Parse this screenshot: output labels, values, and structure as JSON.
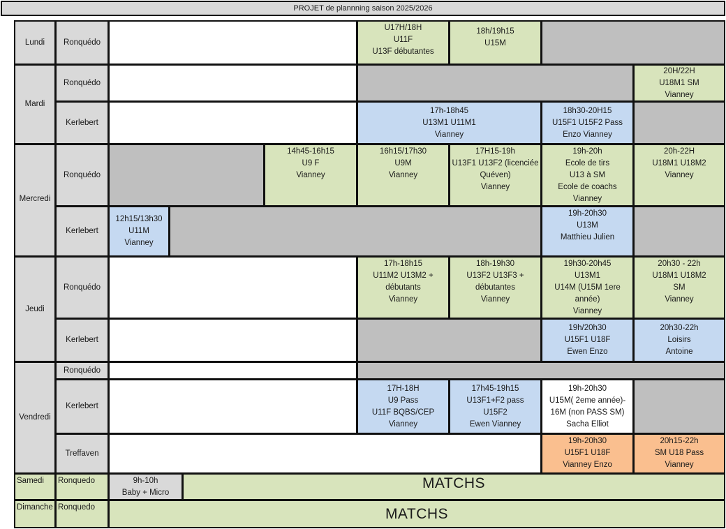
{
  "title": "PROJET de plannning saison 2025/2026",
  "days": {
    "lundi": "Lundi",
    "mardi": "Mardi",
    "mercredi": "Mercredi",
    "jeudi": "Jeudi",
    "vendredi": "Vendredi",
    "samedi": "Samedi",
    "dimanche": "Dimanche"
  },
  "venues": {
    "ronquedo_accent": "Ronquédo",
    "kerlebert": "Kerlebert",
    "treffaven": "Treffaven",
    "ronquedo_plain": "Ronquedo"
  },
  "slots": [
    {
      "id": "lun-r-1",
      "lines": [
        "U17H/18H",
        "U11F",
        "U13F débutantes"
      ]
    },
    {
      "id": "lun-r-2",
      "lines": [
        "18h/19h15",
        "U15M"
      ]
    },
    {
      "id": "mar-r-1",
      "lines": [
        "20H/22H",
        "U18M1 SM",
        "Vianney"
      ]
    },
    {
      "id": "mar-k-1",
      "lines": [
        "17h-18h45",
        "U13M1 U11M1",
        "Vianney"
      ]
    },
    {
      "id": "mar-k-2",
      "lines": [
        "18h30-20H15",
        "U15F1 U15F2 Pass",
        "Enzo Vianney"
      ]
    },
    {
      "id": "mer-r-1",
      "lines": [
        "14h45-16h15",
        "U9 F",
        "Vianney"
      ]
    },
    {
      "id": "mer-r-2",
      "lines": [
        "16h15/17h30",
        "U9M",
        "Vianney"
      ]
    },
    {
      "id": "mer-r-3",
      "lines": [
        "17H15-19h",
        "U13F1 U13F2 (licenciée",
        "Quéven)",
        "Vianney"
      ]
    },
    {
      "id": "mer-r-4",
      "lines": [
        "19h-20h",
        "Ecole de tirs",
        "U13 à SM",
        "Ecole de coachs",
        "Vianney"
      ]
    },
    {
      "id": "mer-r-5",
      "lines": [
        "20h-22H",
        "U18M1  U18M2",
        "Vianney"
      ]
    },
    {
      "id": "mer-k-1",
      "lines": [
        "12h15/13h30",
        "U11M",
        "Vianney"
      ]
    },
    {
      "id": "mer-k-2",
      "lines": [
        "19h-20h30",
        "U13M",
        "Matthieu Julien"
      ]
    },
    {
      "id": "jeu-r-1",
      "lines": [
        "17h-18h15",
        "U11M2 U13M2 +",
        "débutants",
        "Vianney"
      ]
    },
    {
      "id": "jeu-r-2",
      "lines": [
        "18h-19h30",
        "U13F2 U13F3  +",
        "débutantes",
        "Vianney"
      ]
    },
    {
      "id": "jeu-r-3",
      "lines": [
        "19h30-20h45",
        "U13M1",
        "U14M (U15M 1ere",
        "année)",
        "Vianney"
      ]
    },
    {
      "id": "jeu-r-4",
      "lines": [
        "20h30 - 22h",
        "U18M1 U18M2",
        "SM",
        "Vianney"
      ]
    },
    {
      "id": "jeu-k-1",
      "lines": [
        "19h/20h30",
        "U15F1 U18F",
        "Ewen Enzo"
      ]
    },
    {
      "id": "jeu-k-2",
      "lines": [
        "20h30-22h",
        "Loisirs",
        "Antoine"
      ]
    },
    {
      "id": "ven-k-1",
      "lines": [
        "17H-18H",
        "U9 Pass",
        "U11F BQBS/CEP",
        "Vianney"
      ]
    },
    {
      "id": "ven-k-2",
      "lines": [
        "17h45-19h15",
        "U13F1+F2 pass",
        "U15F2",
        "Ewen Vianney"
      ]
    },
    {
      "id": "ven-k-3",
      "lines": [
        "19h-20h30",
        "U15M( 2eme année)-",
        "16M (non PASS SM)",
        "Sacha Elliot"
      ]
    },
    {
      "id": "ven-t-1",
      "lines": [
        "19h-20h30",
        "U15F1 U18F",
        "Vianney Enzo"
      ]
    },
    {
      "id": "ven-t-2",
      "lines": [
        "20h15-22h",
        "SM U18 Pass",
        "Vianney"
      ]
    },
    {
      "id": "sam-1",
      "lines": [
        "9h-10h",
        "Baby + Micro"
      ]
    }
  ],
  "matchs": "MATCHS",
  "colors": {
    "header_gray": "#d9d9d9",
    "blocked_gray": "#bfbfbf",
    "ronquedo_green": "#d8e4bc",
    "kerlebert_blue": "#c5d9f1",
    "treffaven_orange": "#fabf8f"
  }
}
